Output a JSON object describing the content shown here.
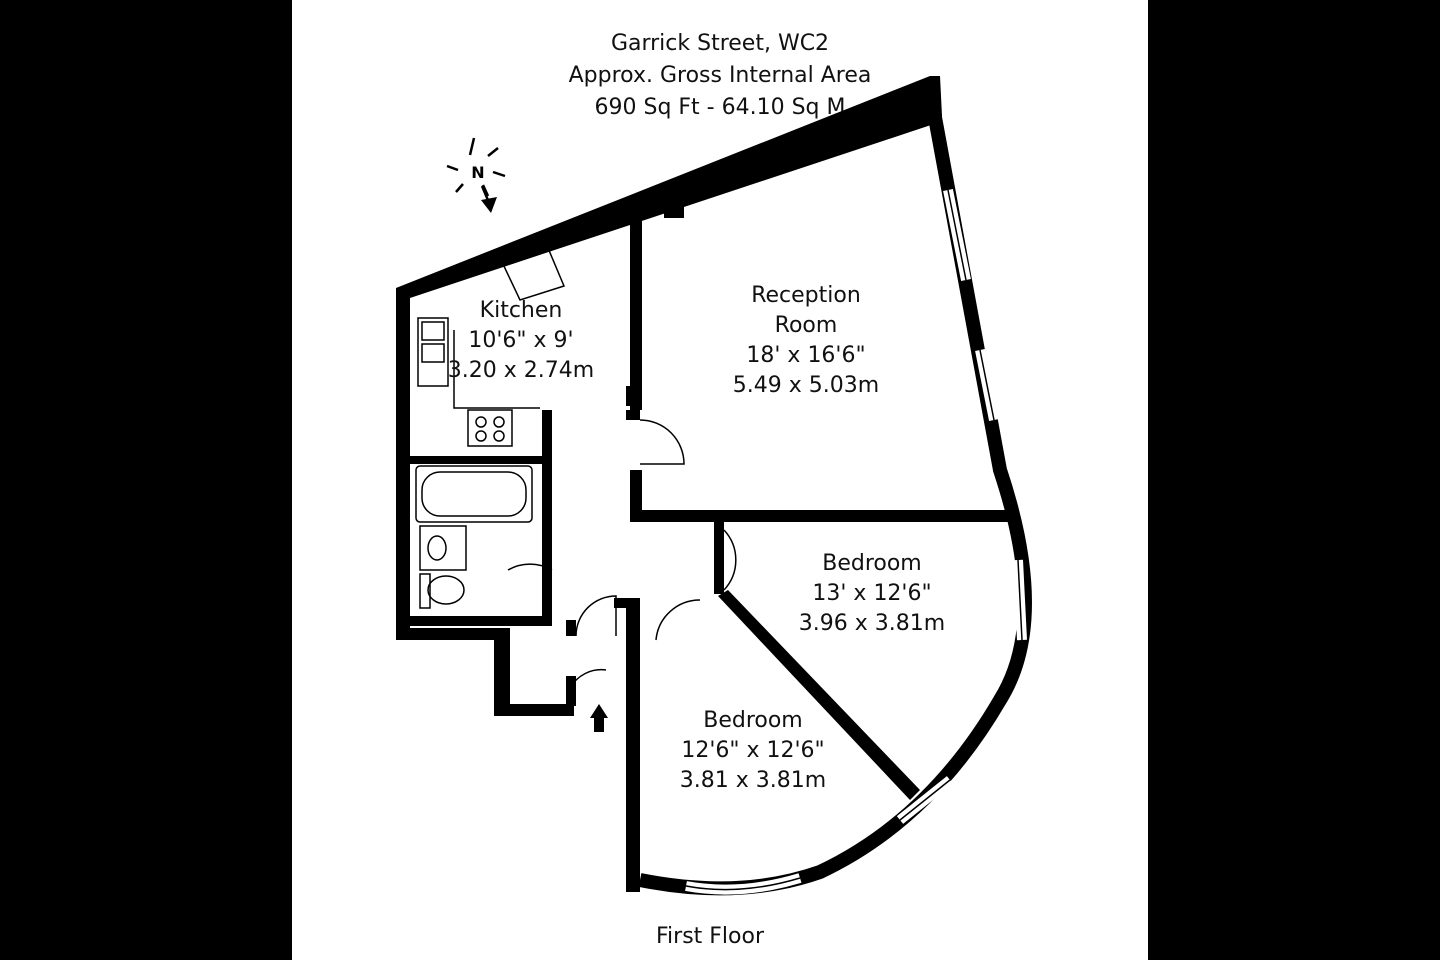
{
  "header": {
    "line1": "Garrick Street, WC2",
    "line2": "Approx. Gross Internal Area",
    "line3": "690 Sq Ft  -  64.10 Sq M"
  },
  "compass": {
    "label": "N"
  },
  "rooms": {
    "kitchen": {
      "name": "Kitchen",
      "imperial": "10'6\" x 9'",
      "metric": "3.20 x 2.74m"
    },
    "reception": {
      "name": "Reception",
      "name2": "Room",
      "imperial": "18' x 16'6\"",
      "metric": "5.49 x 5.03m"
    },
    "bedroom1": {
      "name": "Bedroom",
      "imperial": "13' x 12'6\"",
      "metric": "3.96 x 3.81m"
    },
    "bedroom2": {
      "name": "Bedroom",
      "imperial": "12'6\" x 12'6\"",
      "metric": "3.81 x 3.81m"
    }
  },
  "floor_label": "First Floor",
  "colors": {
    "wall": "#000000",
    "paper": "#ffffff",
    "background": "#000000"
  }
}
